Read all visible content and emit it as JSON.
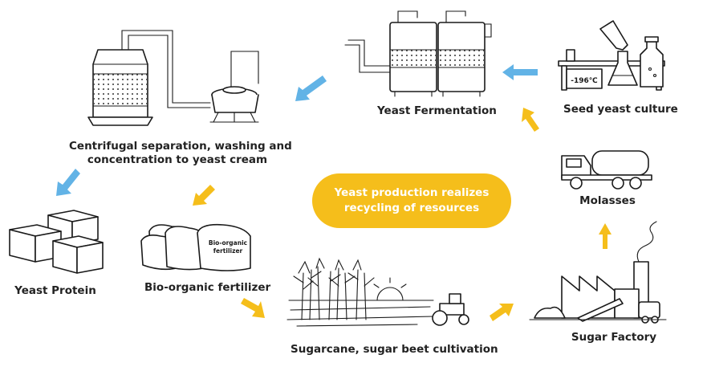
{
  "center_label": {
    "line1": "Yeast production realizes",
    "line2": "recycling of resources"
  },
  "nodes": {
    "centrifugal": {
      "line1": "Centrifugal separation, washing and",
      "line2": "concentration to yeast cream"
    },
    "fermentation": {
      "label": "Yeast Fermentation"
    },
    "seed_culture": {
      "label": "Seed yeast culture",
      "temperature": "-196℃"
    },
    "molasses": {
      "label": "Molasses"
    },
    "sugar_factory": {
      "label": "Sugar Factory"
    },
    "cultivation": {
      "label": "Sugarcane, sugar beet cultivation"
    },
    "fertilizer": {
      "label": "Bio-organic fertilizer",
      "bag_line1": "Bio-organic",
      "bag_line2": "fertilizer"
    },
    "protein": {
      "label": "Yeast Protein"
    }
  },
  "colors": {
    "blue_arrow": "#62b3e6",
    "yellow_arrow": "#f5be1b",
    "pill": "#f5be1b"
  }
}
